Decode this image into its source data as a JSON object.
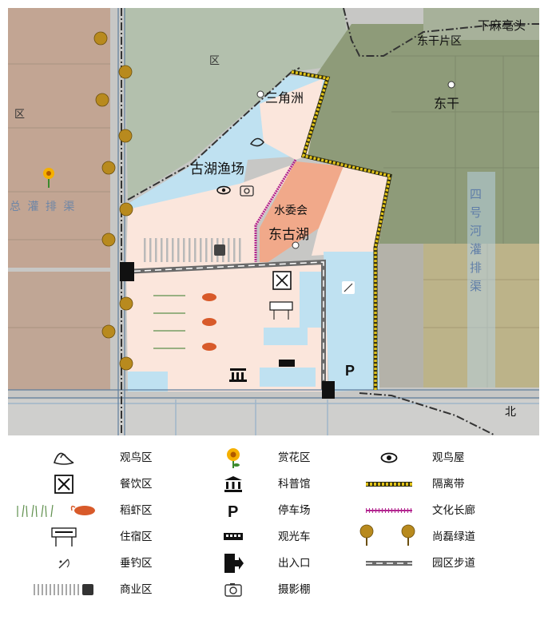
{
  "map": {
    "labels": {
      "xiamahaotou": "下麻亳头",
      "dongganpianqu": "东干片区",
      "donggan": "东干",
      "qu_top": "区",
      "qu_left": "区",
      "sanjiaozhou": "三角洲",
      "guhuyuchang": "古湖渔场",
      "shuiweihui": "水委会",
      "dongguhu": "东古湖",
      "zongguanpaiqu": "总 灌 排 渠",
      "sihaohe": "四号河灌排渠",
      "bei": "北"
    },
    "colors": {
      "water": "#b8dcef",
      "park": "#fbe6dc",
      "shuiweihui": "#f1a98a",
      "farmland_brown": "#c2a593",
      "farmland_green": "#b3c0ad",
      "farmland_olive": "#8e9b79",
      "farmland_khaki": "#bcb389",
      "road": "#c9c9c9",
      "buffer": "#e2c31a",
      "culture_corridor": "#b3268f"
    }
  },
  "legend": {
    "items": [
      {
        "name": "bird-area-icon",
        "label": "观鸟区"
      },
      {
        "name": "dining-icon",
        "label": "餐饮区"
      },
      {
        "name": "rice-shrimp-icon",
        "label": "稻虾区"
      },
      {
        "name": "hotel-icon",
        "label": "住宿区"
      },
      {
        "name": "fishing-icon",
        "label": "垂钓区"
      },
      {
        "name": "commercial-icon",
        "label": "商业区"
      },
      {
        "name": "flower-icon",
        "label": "赏花区"
      },
      {
        "name": "museum-icon",
        "label": "科普馆"
      },
      {
        "name": "parking-icon",
        "label": "停车场"
      },
      {
        "name": "tour-bus-icon",
        "label": "观光车"
      },
      {
        "name": "entrance-icon",
        "label": "出入口"
      },
      {
        "name": "camera-icon",
        "label": "摄影棚"
      },
      {
        "name": "eye-icon",
        "label": "观鸟屋"
      },
      {
        "name": "buffer-line",
        "label": "隔离带"
      },
      {
        "name": "culture-line",
        "label": "文化长廊"
      },
      {
        "name": "greenway-icon",
        "label": "尚磊绿道"
      },
      {
        "name": "walkway-line",
        "label": "园区步道"
      }
    ]
  }
}
